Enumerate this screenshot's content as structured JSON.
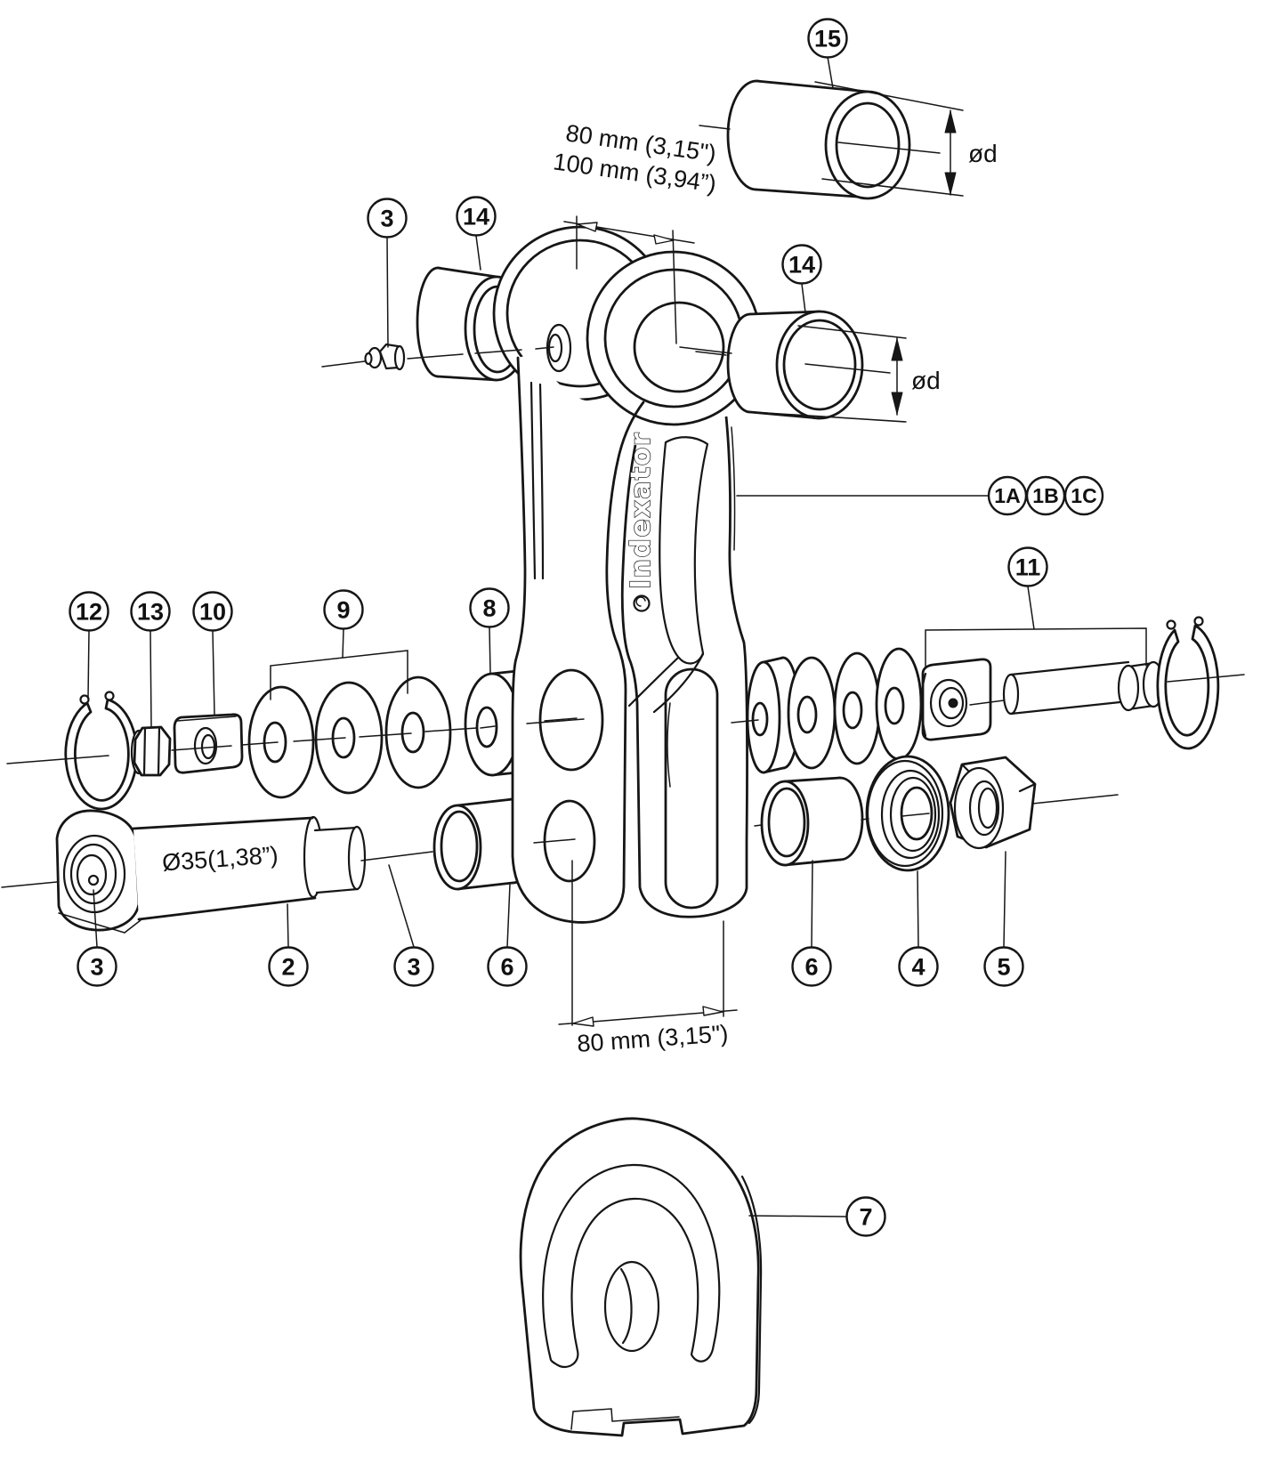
{
  "diagram": {
    "brand": "Indexator",
    "balloons": [
      {
        "label": "15"
      },
      {
        "label": "3"
      },
      {
        "label": "14"
      },
      {
        "label": "14"
      },
      {
        "label": "1A"
      },
      {
        "label": "1B"
      },
      {
        "label": "1C"
      },
      {
        "label": "11"
      },
      {
        "label": "12"
      },
      {
        "label": "13"
      },
      {
        "label": "10"
      },
      {
        "label": "9"
      },
      {
        "label": "8"
      },
      {
        "label": "3"
      },
      {
        "label": "2"
      },
      {
        "label": "3"
      },
      {
        "label": "6"
      },
      {
        "label": "6"
      },
      {
        "label": "4"
      },
      {
        "label": "5"
      },
      {
        "label": "7"
      }
    ],
    "dimensions": {
      "top_width_80": "80 mm (3,15\")",
      "top_width_100": "100 mm (3,94”)",
      "bottom_width_80": "80 mm (3,15\")",
      "bore_dia_top": "ød",
      "bore_dia_right": "ød",
      "pin_dia": "Ø35(1,38”)"
    }
  }
}
